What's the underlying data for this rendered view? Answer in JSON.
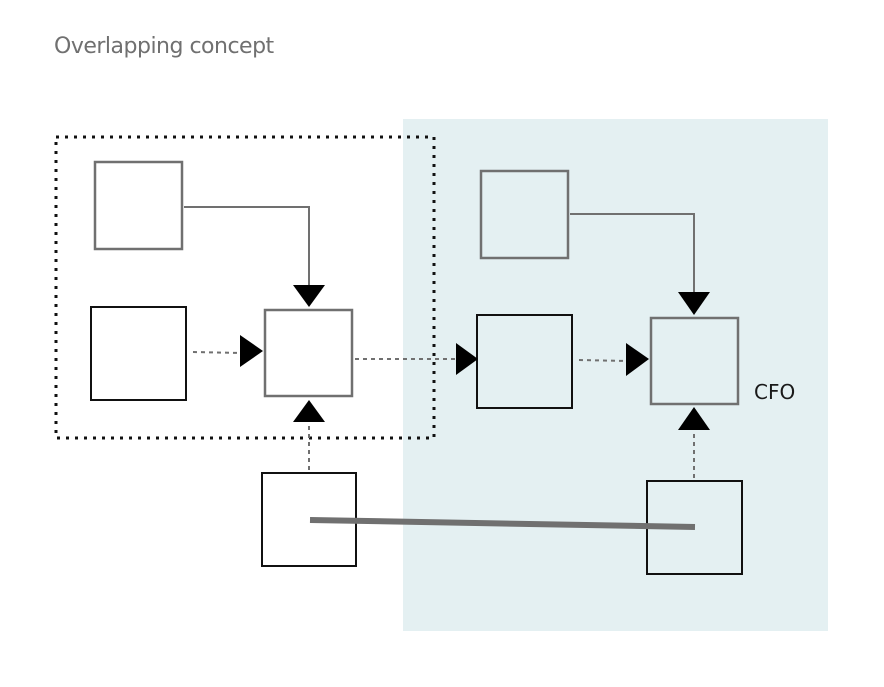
{
  "title": "Overlapping concept",
  "colors": {
    "shaded_region": "#e4f0f2",
    "gray_stroke": "#707070",
    "black_stroke": "#111111",
    "connector_bar": "#707070"
  },
  "nodes": {
    "left_top": {
      "label": "",
      "style": "gray"
    },
    "left_mid": {
      "label": "",
      "style": "black"
    },
    "left_center": {
      "label": "",
      "style": "gray"
    },
    "left_bottom": {
      "label": "",
      "style": "black"
    },
    "right_top": {
      "label": "",
      "style": "gray"
    },
    "right_mid": {
      "label": "",
      "style": "black"
    },
    "right_center": {
      "label": "CFO",
      "style": "gray"
    },
    "right_bottom": {
      "label": "",
      "style": "black"
    }
  },
  "edges": [
    {
      "from": "left_top",
      "to": "left_center",
      "style": "solid"
    },
    {
      "from": "left_mid",
      "to": "left_center",
      "style": "dotted"
    },
    {
      "from": "left_bottom",
      "to": "left_center",
      "style": "dotted"
    },
    {
      "from": "left_center",
      "to": "right_mid",
      "style": "dotted"
    },
    {
      "from": "right_top",
      "to": "right_center",
      "style": "solid"
    },
    {
      "from": "right_mid",
      "to": "right_center",
      "style": "dotted"
    },
    {
      "from": "right_bottom",
      "to": "right_center",
      "style": "dotted"
    },
    {
      "from": "left_bottom",
      "to": "right_bottom",
      "style": "thick-link"
    }
  ]
}
